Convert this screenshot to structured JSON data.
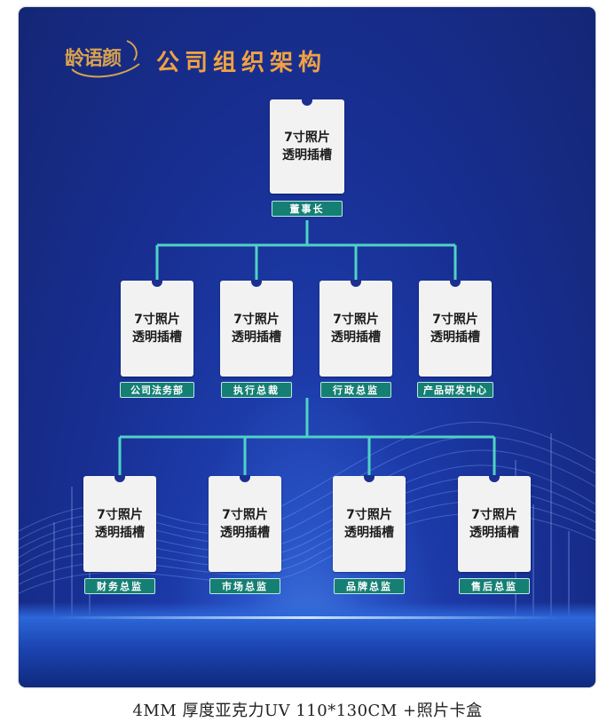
{
  "brand": {
    "logo_text": "龄语颜",
    "title": "公司组织架构"
  },
  "card_text": {
    "line1": "7寸照片",
    "line2": "透明插槽"
  },
  "levels": {
    "top": [
      {
        "label": "董事长"
      }
    ],
    "middle": [
      {
        "label": "公司法务部"
      },
      {
        "label": "执行总裁"
      },
      {
        "label": "行政总监"
      },
      {
        "label": "产品研发中心"
      }
    ],
    "bottom": [
      {
        "label": "财务总监"
      },
      {
        "label": "市场总监"
      },
      {
        "label": "品牌总监"
      },
      {
        "label": "售后总监"
      }
    ]
  },
  "caption": "4MM 厚度亚克力UV 110*130CM +照片卡盒",
  "colors": {
    "background": "#1c3aa8",
    "title": "#f0a241",
    "label": "#167f74",
    "connector": "#4fd3c4",
    "card": "#f2f2f2"
  }
}
